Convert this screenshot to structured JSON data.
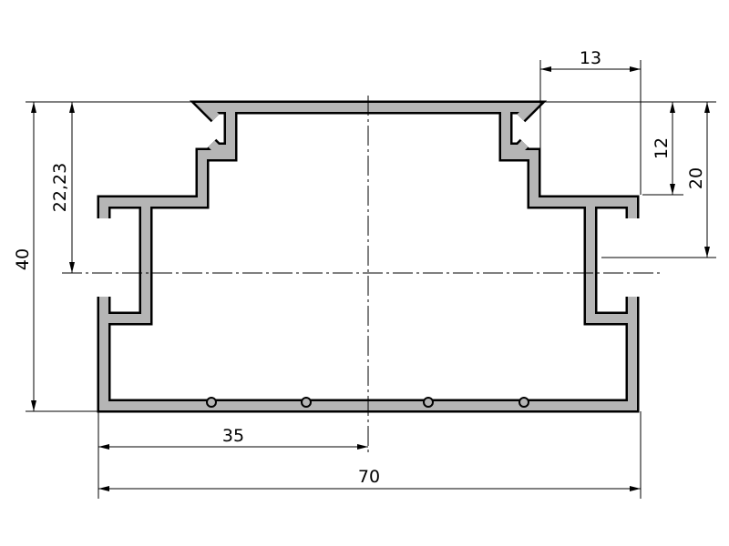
{
  "drawing": {
    "profile_fill": "#b5b5b5",
    "line_color": "#000000",
    "dimensions": {
      "width_total": "70",
      "half_width": "35",
      "height_total": "40",
      "centerline_height": "22,23",
      "top_slot_width": "13",
      "first_step": "12",
      "second_step": "20"
    }
  }
}
